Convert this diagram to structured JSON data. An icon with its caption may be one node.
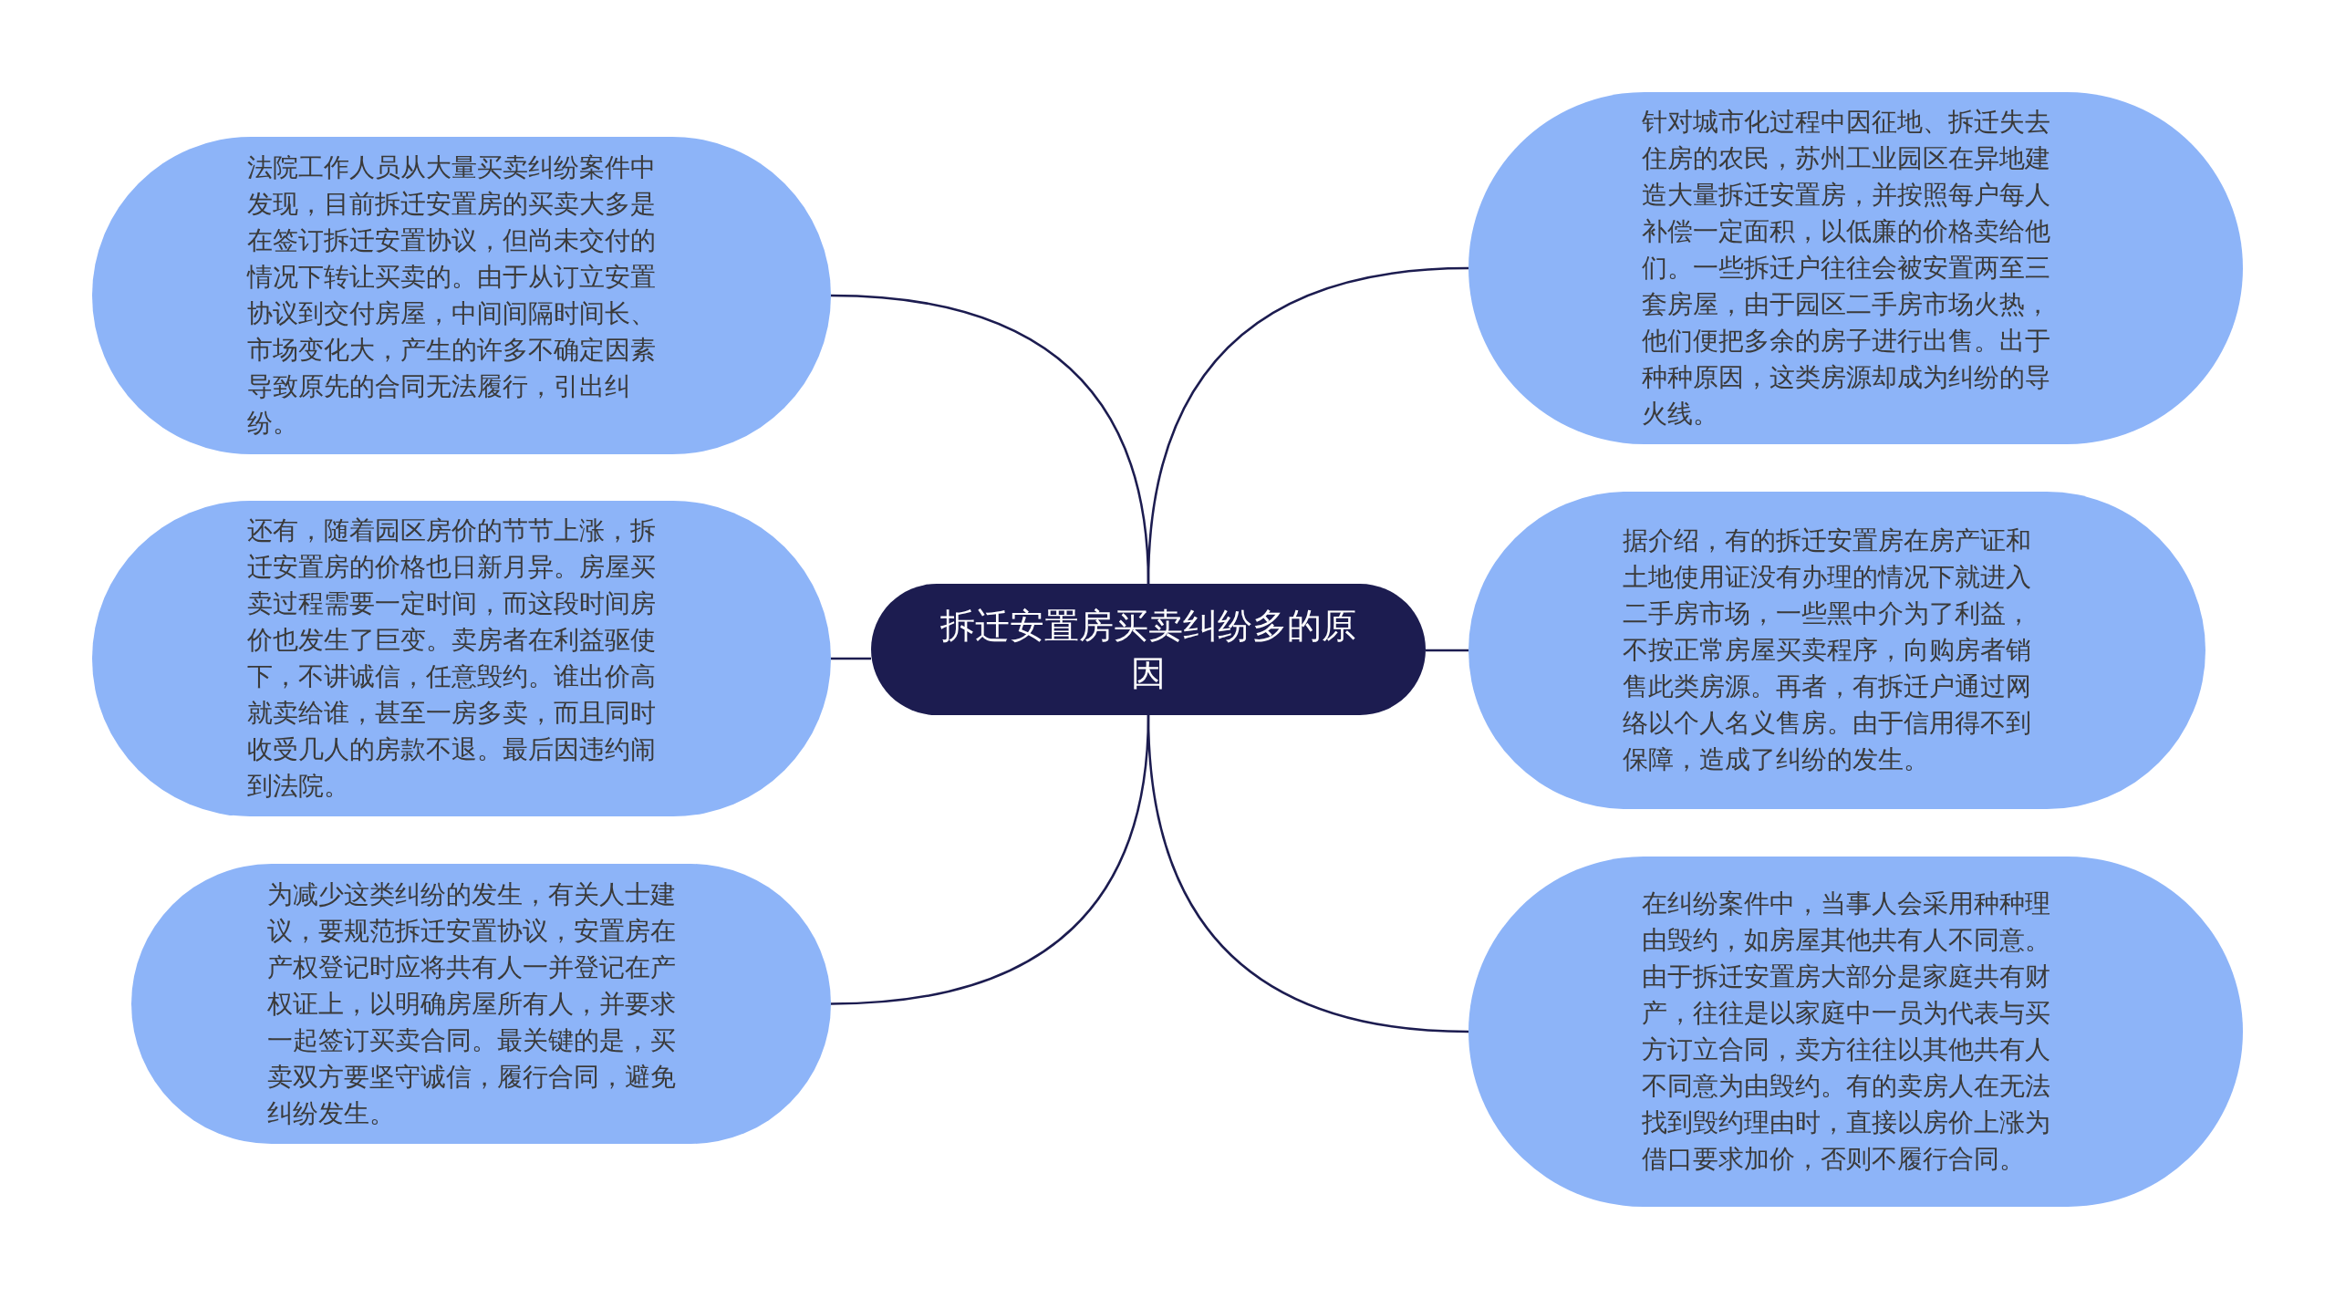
{
  "diagram": {
    "nodes": [
      {
        "text": [
          "拆迁安置房买卖纠纷多的原因"
        ]
      },
      {
        "text": [
          "法院工作人员从大量买卖纠纷案件中发现，目前拆迁安置房的买卖大多是在签订拆迁安置协议，但尚未交付的情况下转让买卖的。由于从订立安置协议到交付房屋，中间间隔时间长、市场变化大，产生的许多不确定因素导致原先的合同无法履行，引出纠纷。"
        ]
      },
      {
        "text": [
          "还有，随着园区房价的节节上涨，拆迁安置房的价格也日新月异。房屋买卖过程需要一定时间，而这段时间房价也发生了巨变。卖房者在利益驱使下，不讲诚信，任意毁约。谁出价高就卖给谁，甚至一房多卖，而且同时收受几人的房款不退。最后因违约闹到法院。"
        ]
      },
      {
        "text": [
          "为减少这类纠纷的发生，有关人士建议，要规范拆迁安置协议，安置房在产权登记时应将共有人一并登记在产权证上，以明确房屋所有人，并要求一起签订买卖合同。最关键的是，买卖双方要坚守诚信，履行合同，避免纠纷发生。"
        ]
      },
      {
        "text": [
          "针对城市化过程中因征地、拆迁失去住房的农民，苏州工业园区在异地建造大量拆迁安置房，并按照每户每人补偿一定面积，以低廉的价格卖给他们。一些拆迁户往往会被安置两至三套房屋，由于园区二手房市场火热，他们便把多余的房子进行出售。出于种种原因，这类房源却成为纠纷的导火线。"
        ]
      },
      {
        "text": [
          "据介绍，有的拆迁安置房在房产证和土地使用证没有办理的情况下就进入二手房市场，一些黑中介为了利益，不按正常房屋买卖程序，向购房者销售此类房源。再者，有拆迁户通过网络以个人名义售房。由于信用得不到保障，造成了纠纷的发生。"
        ]
      },
      {
        "text": [
          "在纠纷案件中，当事人会采用种种理由毁约，如房屋其他共有人不同意。由于拆迁安置房大部分是家庭共有财产，往往是以家庭中一员为代表与买方订立合同，卖方往往以其他共有人不同意为由毁约。有的卖房人在无法找到毁约理由时，直接以房价上涨为借口要求加价，否则不履行合同。"
        ]
      }
    ],
    "edges": [
      {
        "from": 0,
        "to": 1,
        "arrow": "none"
      },
      {
        "from": 0,
        "to": 2,
        "arrow": "none"
      },
      {
        "from": 0,
        "to": 3,
        "arrow": "none"
      },
      {
        "from": 0,
        "to": 4,
        "arrow": "none"
      },
      {
        "from": 0,
        "to": 5,
        "arrow": "none"
      },
      {
        "from": 0,
        "to": 6,
        "arrow": "none"
      }
    ]
  }
}
